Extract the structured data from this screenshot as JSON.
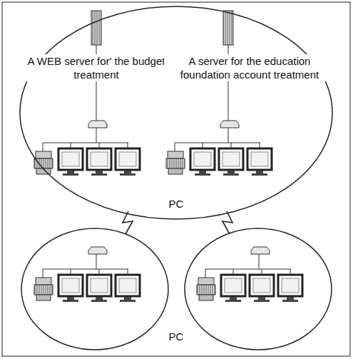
{
  "diagram": {
    "nodes": [
      {
        "text": [
          "PC"
        ]
      }
    ],
    "labels": [
      "A WEB server for' the budget treatment",
      "A server for the education foundation account treatment",
      "PC"
    ]
  }
}
